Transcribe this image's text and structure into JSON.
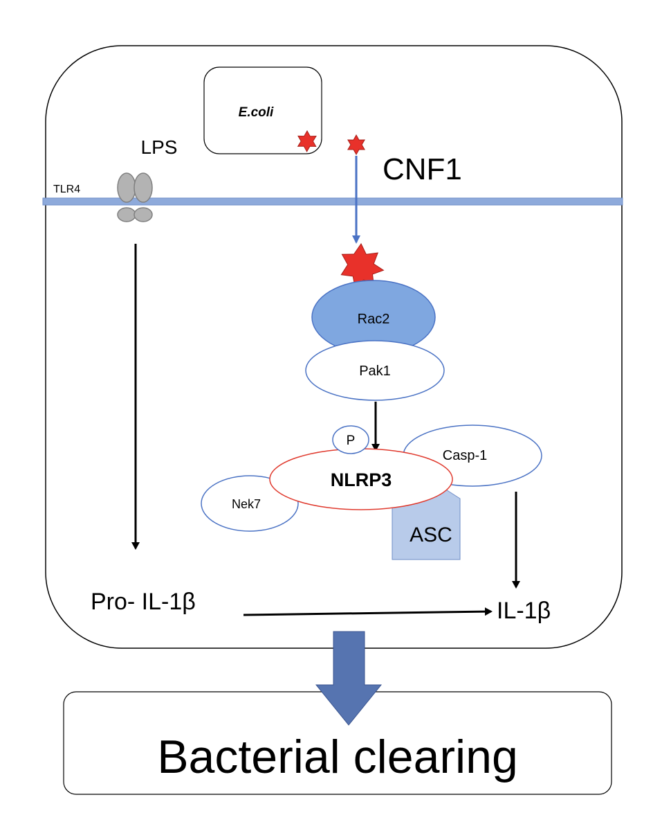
{
  "labels": {
    "ecoli": "E.coli",
    "lps": "LPS",
    "tlr4": "TLR4",
    "cnf1": "CNF1",
    "rac2": "Rac2",
    "pak1": "Pak1",
    "phospho": "P",
    "nlrp3": "NLRP3",
    "casp1": "Casp-1",
    "nek7": "Nek7",
    "asc": "ASC",
    "pro_il1b": "Pro- IL-1β",
    "il1b": "IL-1β",
    "outcome": "Bacterial clearing"
  },
  "colors": {
    "membrane": "#8eaadb",
    "toxin": "#e8312a",
    "rac2_fill": "#7fa7e0",
    "blue_arrow": "#4a72c4",
    "nlrp3_border": "#e03a2e",
    "asc_fill": "#b8cbea",
    "big_arrow": "#5674b0",
    "tlr4_fill": "#b3b3b3"
  },
  "icons": {
    "toxin": "red-star-icon",
    "receptor": "tlr4-receptor-icon"
  }
}
